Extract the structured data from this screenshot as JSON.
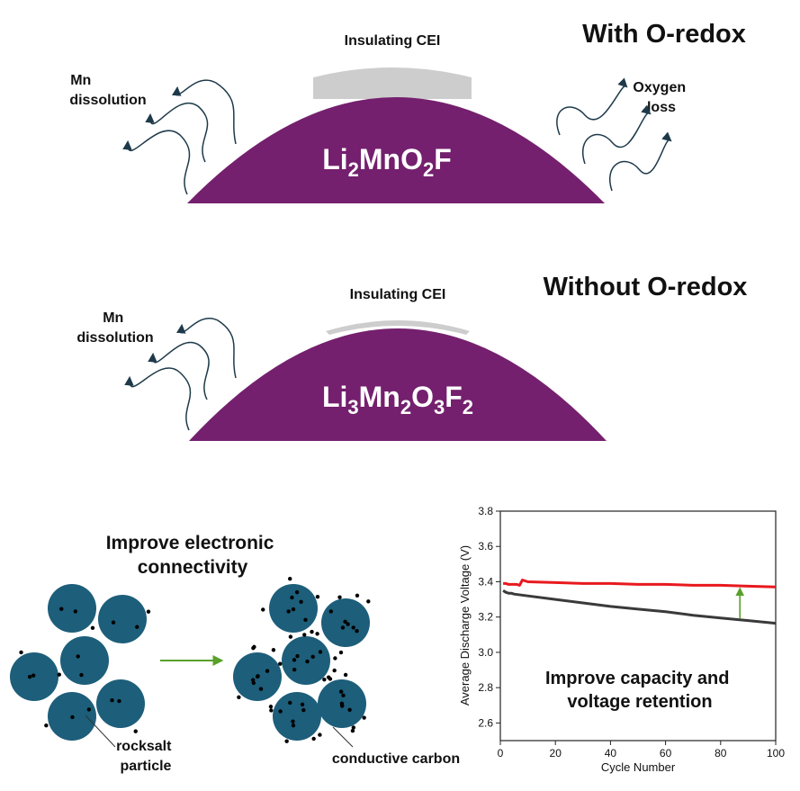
{
  "panel_top": {
    "heading": "With O-redox",
    "cei_label": "Insulating CEI",
    "dissolution_label": [
      "Mn",
      "dissolution"
    ],
    "oxygen_label": [
      "Oxygen",
      "loss"
    ],
    "formula": [
      {
        "text": "Li",
        "sub": false
      },
      {
        "text": "2",
        "sub": true
      },
      {
        "text": "MnO",
        "sub": false
      },
      {
        "text": "2",
        "sub": true
      },
      {
        "text": "F",
        "sub": false
      }
    ]
  },
  "panel_middle": {
    "heading": "Without O-redox",
    "cei_label": "Insulating CEI",
    "dissolution_label": [
      "Mn",
      "dissolution"
    ],
    "formula": [
      {
        "text": "Li",
        "sub": false
      },
      {
        "text": "3",
        "sub": true
      },
      {
        "text": "Mn",
        "sub": false
      },
      {
        "text": "2",
        "sub": true
      },
      {
        "text": "O",
        "sub": false
      },
      {
        "text": "3",
        "sub": true
      },
      {
        "text": "F",
        "sub": false
      },
      {
        "text": "2",
        "sub": true
      }
    ]
  },
  "panel_bottom_left": {
    "heading": [
      "Improve electronic",
      "connectivity"
    ],
    "particle_label": [
      "rocksalt",
      "particle"
    ],
    "carbon_label": "conductive carbon"
  },
  "colors": {
    "particle_dome": "#74206e",
    "cei": "#cdcdcd",
    "rocksalt": "#1d5e7a",
    "arrow_green": "#5aa02c",
    "series_red": "#e8191e",
    "series_black": "#3a3a3a"
  },
  "chart_data": {
    "type": "line",
    "xlabel": "Cycle Number",
    "ylabel": "Average Discharge Voltage (V)",
    "xlim": [
      0,
      100
    ],
    "ylim": [
      2.5,
      3.8
    ],
    "xticks": [
      0,
      20,
      40,
      60,
      80,
      100
    ],
    "yticks": [
      2.6,
      2.8,
      3.0,
      3.2,
      3.4,
      3.6,
      3.8
    ],
    "annotation": [
      "Improve capacity and",
      "voltage retention"
    ],
    "series": [
      {
        "color": "#e8191e",
        "x": [
          1,
          2,
          3,
          4,
          5,
          6,
          7,
          8,
          9,
          10,
          20,
          30,
          40,
          50,
          60,
          70,
          80,
          90,
          100
        ],
        "y": [
          3.39,
          3.39,
          3.385,
          3.385,
          3.385,
          3.385,
          3.38,
          3.41,
          3.405,
          3.4,
          3.395,
          3.39,
          3.39,
          3.385,
          3.385,
          3.38,
          3.38,
          3.375,
          3.37
        ]
      },
      {
        "color": "#3a3a3a",
        "x": [
          1,
          2,
          3,
          4,
          5,
          10,
          20,
          30,
          40,
          50,
          60,
          70,
          80,
          90,
          100
        ],
        "y": [
          3.35,
          3.34,
          3.335,
          3.335,
          3.33,
          3.32,
          3.3,
          3.28,
          3.26,
          3.245,
          3.23,
          3.21,
          3.195,
          3.18,
          3.165
        ]
      }
    ],
    "improvement_arrow": {
      "x": 87,
      "from": 3.19,
      "to": 3.37
    }
  }
}
